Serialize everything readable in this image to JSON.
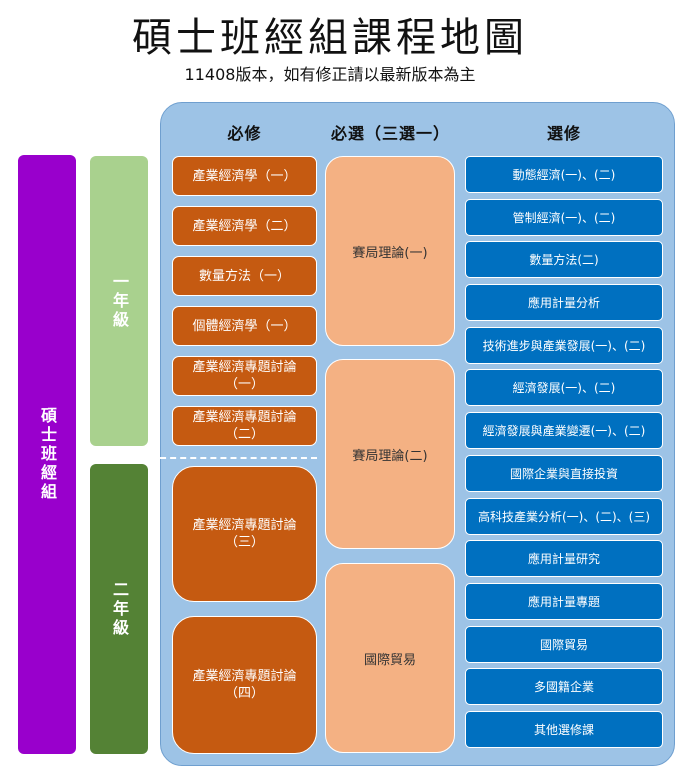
{
  "header": {
    "title": "碩士班經組課程地圖",
    "subtitle": "11408版本，如有修正請以最新版本為主"
  },
  "columns": {
    "required": "必修",
    "choose_one": "必選（三選一）",
    "elective": "選修"
  },
  "program_label": "碩士班經組",
  "year1_label": "一年級",
  "year2_label": "二年級",
  "required_courses": [
    "產業經濟學（一）",
    "產業經濟學（二）",
    "數量方法（一）",
    "個體經濟學（一）",
    "產業經濟專題討論（一）",
    "產業經濟專題討論（二）",
    "產業經濟專題討論（三）",
    "產業經濟專題討論（四）"
  ],
  "choose_one_courses": [
    "賽局理論(一)",
    "賽局理論(二)",
    "國際貿易"
  ],
  "elective_courses": [
    "動態經濟(一)、(二)",
    "管制經濟(一)、(二)",
    "數量方法(二)",
    "應用計量分析",
    "技術進步與產業發展(一)、(二)",
    "經濟發展(一)、(二)",
    "經濟發展與產業變遷(一)、(二)",
    "國際企業與直接投資",
    "高科技產業分析(一)、(二)、(三)",
    "應用計量研究",
    "應用計量專題",
    "國際貿易",
    "多國籍企業",
    "其他選修課"
  ],
  "colors": {
    "program_bar": "#9900cc",
    "year1_bar": "#a9d18e",
    "year2_bar": "#548235",
    "panel": "#9dc3e6",
    "required": "#c55a11",
    "choose_one": "#f4b183",
    "elective": "#0070c0"
  }
}
